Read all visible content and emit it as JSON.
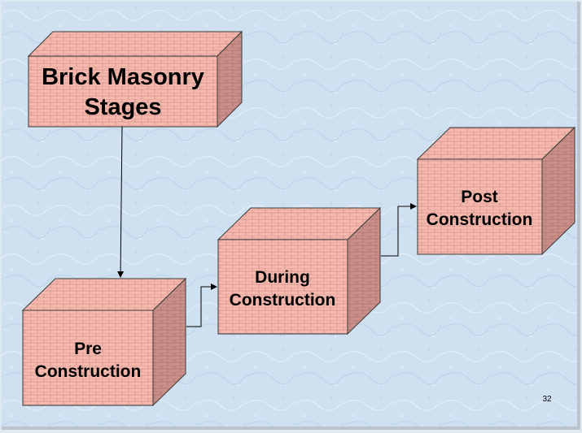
{
  "diagram": {
    "boxes": {
      "title": {
        "lines": [
          "Brick Masonry",
          "Stages"
        ]
      },
      "pre": {
        "lines": [
          "Pre",
          "Construction"
        ]
      },
      "during": {
        "lines": [
          "During",
          "Construction"
        ]
      },
      "post": {
        "lines": [
          "Post",
          "Construction"
        ]
      }
    },
    "connections": [
      {
        "from": "title",
        "to": "pre"
      },
      {
        "from": "pre",
        "to": "during"
      },
      {
        "from": "during",
        "to": "post"
      }
    ],
    "colors": {
      "brick_front": "#f6b8ad",
      "brick_side": "#c98f88",
      "mortar": "#b98079",
      "outline": "#3a3a3a",
      "background": "#cfe0f1"
    }
  },
  "footer": {
    "slide_number": "32"
  }
}
